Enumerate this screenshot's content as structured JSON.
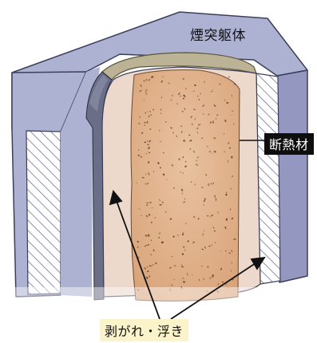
{
  "labels": {
    "chimney_body": "煙突躯体",
    "insulation": "断熱材",
    "peeling": "剥がれ・浮き"
  },
  "colors": {
    "background": "#ffffff",
    "chimney_face": "#aeb2d2",
    "chimney_side": "#9498c0",
    "hatch_line": "#5e6290",
    "insulation": "#ecd9cc",
    "interior_core": "#e2b48d",
    "liner_gray": "#6a6e86",
    "rim_khaki": "#bcb396",
    "peel_label_bg": "#fbf3c9",
    "insulation_label_bg": "#0e0e0e"
  }
}
